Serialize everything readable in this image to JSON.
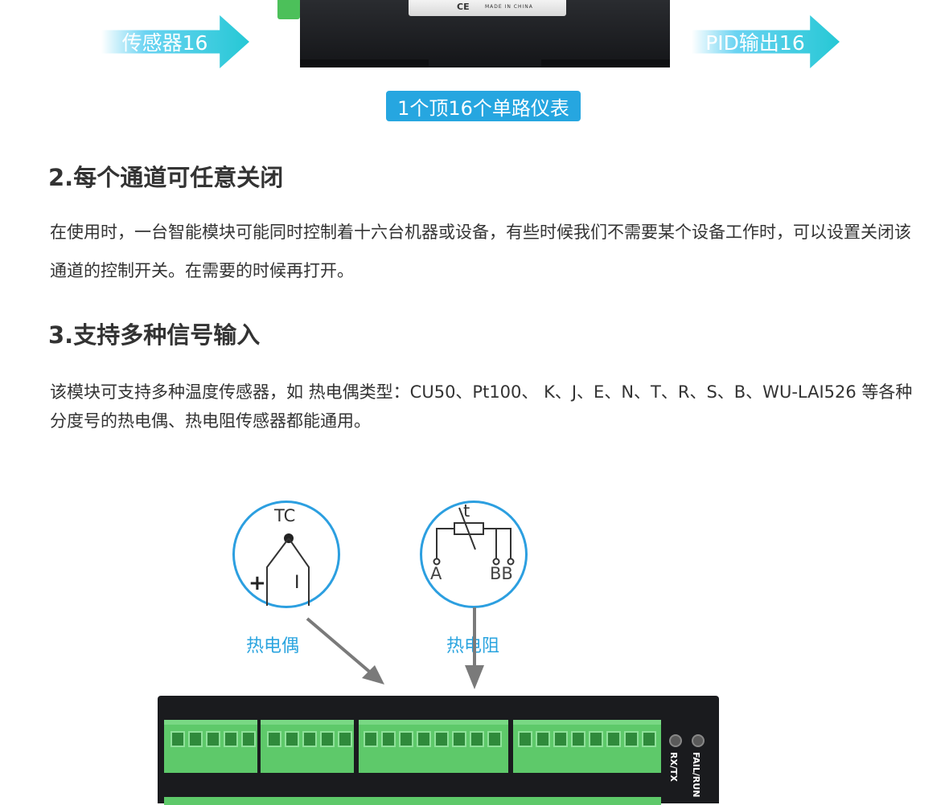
{
  "top": {
    "arrow_left": "传感器16",
    "arrow_right": "PID输出16",
    "badge": "1个顶16个单路仪表",
    "device_ce": "CE",
    "device_made_in": "MADE IN CHINA"
  },
  "section2": {
    "title": "2.每个通道可任意关闭",
    "body": "在使用时，一台智能模块可能同时控制着十六台机器或设备，有些时候我们不需要某个设备工作时，可以设置关闭该通道的控制开关。在需要的时候再打开。"
  },
  "section3": {
    "title": "3.支持多种信号输入",
    "body": "该模块可支持多种温度传感器，如 热电偶类型：CU50、Pt100、 K、J、E、N、T、R、S、B、WU-LAI526 等各种分度号的热电偶、热电阻传感器都能通用。"
  },
  "diagrams": {
    "tc": {
      "symbol": "TC",
      "plus": "+",
      "minus": "I",
      "label": "热电偶"
    },
    "rtd": {
      "symbol": "t",
      "pin_a": "A",
      "pin_b": "BB",
      "label": "热电阻"
    }
  },
  "device_bottom": {
    "rxtx": "RX/TX",
    "fail_run": "FAIL/RUN"
  },
  "colors": {
    "accent_blue": "#2aa4df",
    "badge_blue": "#26a6e0",
    "arrow_cyan": "#26c8d5",
    "terminal_green": "#5ec96a"
  }
}
